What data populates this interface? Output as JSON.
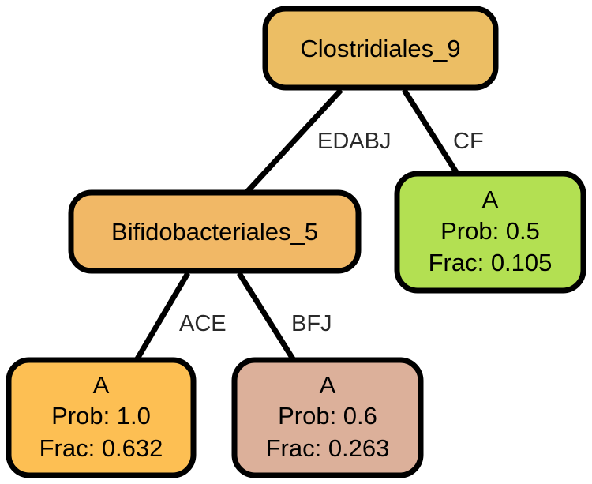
{
  "nodes": {
    "root": {
      "label": "Clostridiales_9",
      "color": "#ecbe64"
    },
    "internal": {
      "label": "Bifidobacteriales_5",
      "color": "#f1b866"
    },
    "leaf_cf": {
      "class": "A",
      "prob": "Prob: 0.5",
      "frac": "Frac: 0.105",
      "color": "#b3e052"
    },
    "leaf_ace": {
      "class": "A",
      "prob": "Prob: 1.0",
      "frac": "Frac: 0.632",
      "color": "#fdbf53"
    },
    "leaf_bfj": {
      "class": "A",
      "prob": "Prob: 0.6",
      "frac": "Frac: 0.263",
      "color": "#dcb09a"
    }
  },
  "edges": {
    "edabj": "EDABJ",
    "cf": "CF",
    "ace": "ACE",
    "bfj": "BFJ"
  }
}
